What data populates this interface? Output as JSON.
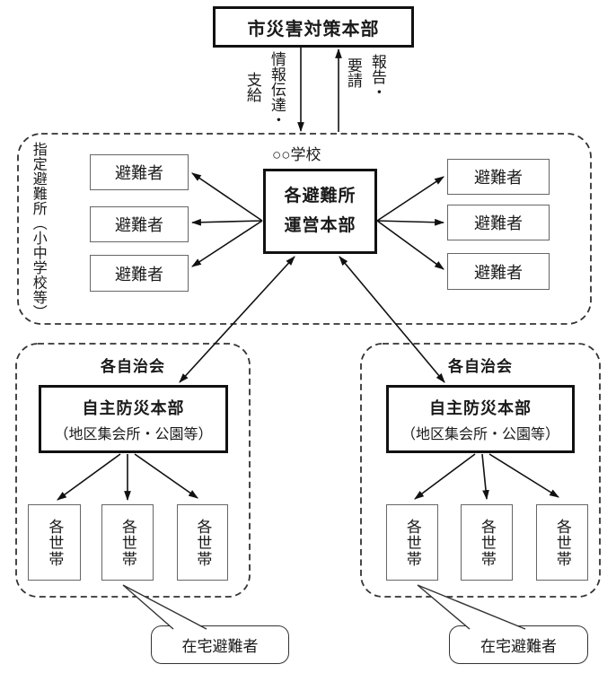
{
  "page": {
    "background": "#ffffff",
    "ink": "#1a1a1a",
    "accent": "#111111"
  },
  "top": {
    "city_hq_label": "市災害対策本部"
  },
  "flow_labels": {
    "downward_col_right": "情報伝達・",
    "downward_col_left": "支給",
    "upward_col_right": "報告・",
    "upward_col_left": "要請"
  },
  "shelter_zone": {
    "side_label": "指定避難所（小中学校等）",
    "school_label": "○○学校",
    "hq_line1": "各避難所",
    "hq_line2": "運営本部",
    "left_evacuees": [
      "避難者",
      "避難者",
      "避難者"
    ],
    "right_evacuees": [
      "避難者",
      "避難者",
      "避難者"
    ]
  },
  "districts": [
    {
      "title": "各自治会",
      "hq_title": "自主防災本部",
      "hq_subtitle": "（地区集会所・公園等）",
      "households": [
        "各世帯",
        "各世帯",
        "各世帯"
      ],
      "callout": "在宅避難者"
    },
    {
      "title": "各自治会",
      "hq_title": "自主防災本部",
      "hq_subtitle": "（地区集会所・公園等）",
      "households": [
        "各世帯",
        "各世帯",
        "各世帯"
      ],
      "callout": "在宅避難者"
    }
  ]
}
